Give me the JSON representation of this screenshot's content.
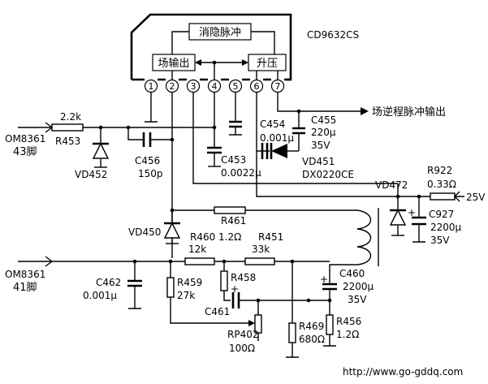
{
  "ic": {
    "name": "CD9632CS",
    "block_blank": "消隐脉冲",
    "block_field_out": "场输出",
    "block_boost": "升压",
    "pins": [
      "1",
      "2",
      "3",
      "4",
      "5",
      "6",
      "7"
    ]
  },
  "output_label": "场逆程脉冲输出",
  "inputs": {
    "om43_line1": "OM8361",
    "om43_line2": "43脚",
    "om41_line1": "OM8361",
    "om41_line2": "41脚"
  },
  "supply": "25V",
  "components": {
    "r453_value": "2.2k",
    "r453_name": "R453",
    "vd452": "VD452",
    "c456_name": "C456",
    "c456_value": "150p",
    "c453_name": "C453",
    "c453_value": "0.0022μ",
    "c454_name": "C454",
    "c454_value": "0.001μ",
    "c455_name": "C455",
    "c455_v1": "220μ",
    "c455_v2": "35V",
    "vd451_name": "VD451",
    "vd451_part": "DX0220CE",
    "vd472": "VD472",
    "r922_name": "R922",
    "r922_value": "0.33Ω",
    "c927_name": "C927",
    "c927_v1": "2200μ",
    "c927_v2": "35V",
    "vd450": "VD450",
    "r461_name": "R461",
    "r460_label": "R460 1.2Ω",
    "r451_name": "R451",
    "r460_value": "12k",
    "r451_value": "33k",
    "c462_name": "C462",
    "c462_value": "0.001μ",
    "r459_name": "R459",
    "r459_value": "27k",
    "r458_name": "R458",
    "c461_name": "C461",
    "c460_name": "C460",
    "c460_v1": "2200μ",
    "c460_v2": "35V",
    "rp402_name": "RP402",
    "rp402_value": "100Ω",
    "r469_name": "R469",
    "r469_value": "680Ω",
    "r456_name": "R456",
    "r456_value": "1.2Ω"
  },
  "watermark": "http://www.go-gddq.com"
}
